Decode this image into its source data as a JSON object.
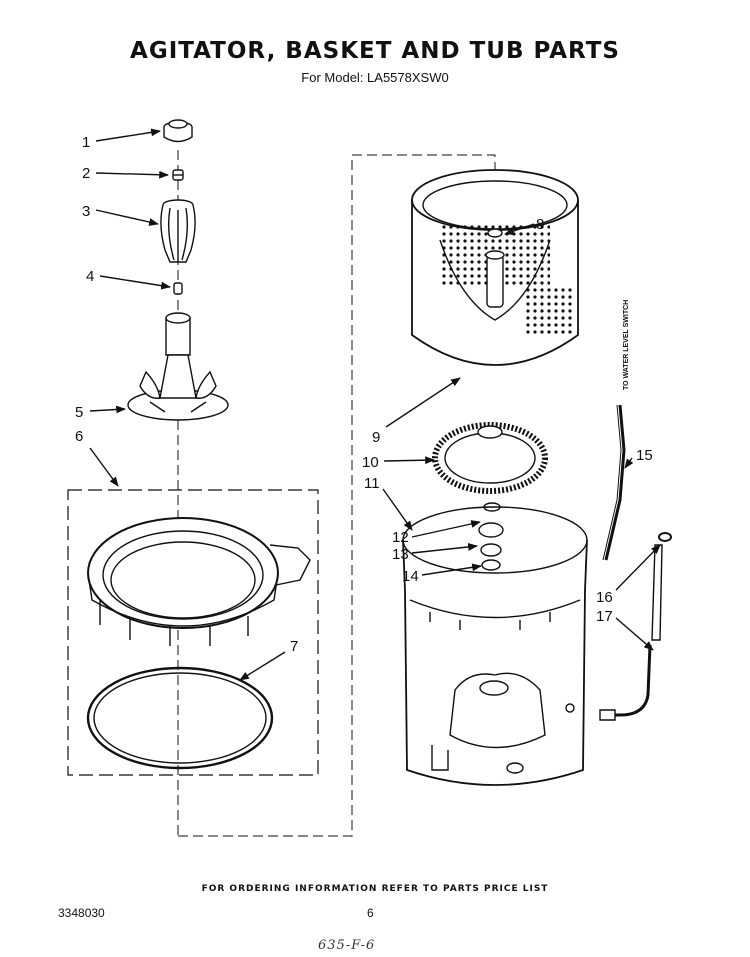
{
  "header": {
    "title": "AGITATOR, BASKET AND TUB PARTS",
    "subtitle": "For Model: LA5578XSW0"
  },
  "callouts": [
    "1",
    "2",
    "3",
    "4",
    "5",
    "6",
    "7",
    "8",
    "9",
    "10",
    "11",
    "12",
    "13",
    "14",
    "15",
    "16",
    "17"
  ],
  "side_note": "TO WATER LEVEL SWITCH",
  "footer": {
    "ordering_note": "FOR ORDERING INFORMATION REFER TO PARTS PRICE LIST",
    "doc_number": "3348030",
    "page_number": "6",
    "handwritten": "635-F-6"
  }
}
